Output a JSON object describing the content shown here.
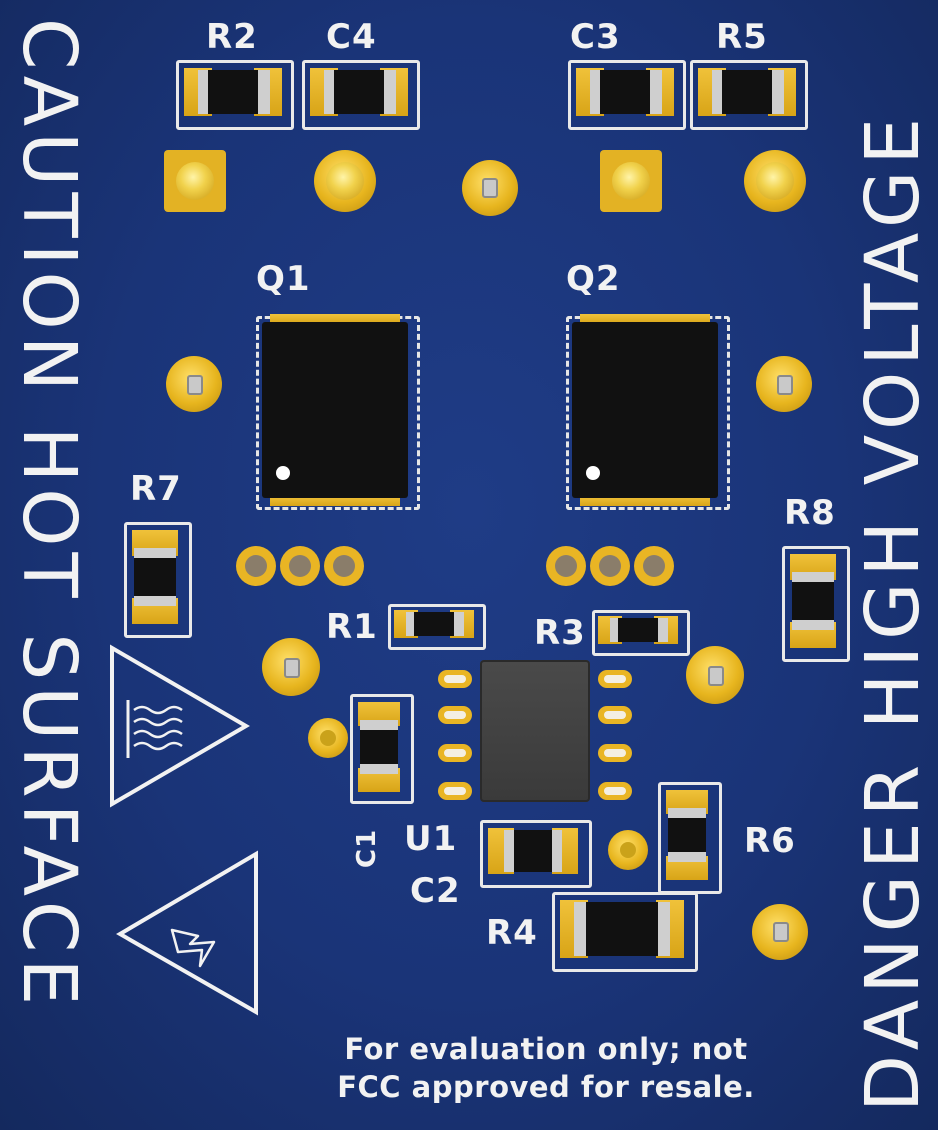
{
  "board": {
    "left_text": "CAUTION HOT SURFACE",
    "right_text": "DANGER HIGH VOLTAGE",
    "note_line1": "For evaluation only; not",
    "note_line2": "FCC approved for resale.",
    "soldermask_color": "#1a3478",
    "pad_color": "#e3b224",
    "silkscreen_color": "#f2f2f2"
  },
  "labels": {
    "R2": "R2",
    "C4": "C4",
    "C3": "C3",
    "R5": "R5",
    "Q1": "Q1",
    "Q2": "Q2",
    "R7": "R7",
    "R8": "R8",
    "R1": "R1",
    "R3": "R3",
    "C1": "C1",
    "U1": "U1",
    "C2": "C2",
    "R6": "R6",
    "R4": "R4"
  },
  "icons": {
    "hot_surface": "hot-surface-warning-icon",
    "high_voltage": "high-voltage-warning-icon"
  }
}
